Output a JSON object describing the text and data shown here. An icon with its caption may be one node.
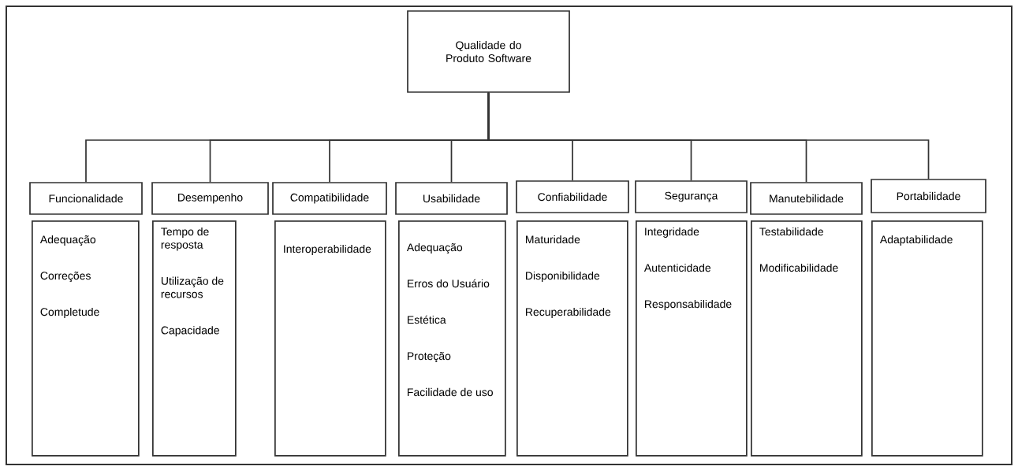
{
  "diagram": {
    "nodes": [
      {
        "text": [
          "Qualidade do Produto Software"
        ]
      },
      {
        "text": [
          "Funcionalidade"
        ]
      },
      {
        "text": [
          "Desempenho"
        ]
      },
      {
        "text": [
          "Compatibilidade"
        ]
      },
      {
        "text": [
          "Usabilidade"
        ]
      },
      {
        "text": [
          "Confiabilidade"
        ]
      },
      {
        "text": [
          "Segurança"
        ]
      },
      {
        "text": [
          "Manutebilidade"
        ]
      },
      {
        "text": [
          "Portabilidade"
        ]
      },
      {
        "text": [
          "Adequação",
          "Correções",
          "Completude"
        ]
      },
      {
        "text": [
          "Tempo de resposta",
          "Utilização de recursos",
          "Capacidade"
        ]
      },
      {
        "text": [
          "Interoperabilidade"
        ]
      },
      {
        "text": [
          "Adequação",
          "Erros do Usuário",
          "Estética",
          "Proteção",
          "Facilidade de uso"
        ]
      },
      {
        "text": [
          "Maturidade",
          "Disponibilidade",
          "Recuperabilidade"
        ]
      },
      {
        "text": [
          "Integridade",
          "Autenticidade",
          "Responsabilidade"
        ]
      },
      {
        "text": [
          "Testabilidade",
          "Modificabilidade"
        ]
      },
      {
        "text": [
          "Adaptabilidade"
        ]
      }
    ],
    "edges": [
      {
        "from": 0,
        "to": 1,
        "arrow": "none"
      },
      {
        "from": 0,
        "to": 2,
        "arrow": "none"
      },
      {
        "from": 0,
        "to": 3,
        "arrow": "none"
      },
      {
        "from": 0,
        "to": 4,
        "arrow": "none"
      },
      {
        "from": 0,
        "to": 5,
        "arrow": "none"
      },
      {
        "from": 0,
        "to": 6,
        "arrow": "none"
      },
      {
        "from": 0,
        "to": 7,
        "arrow": "none"
      },
      {
        "from": 0,
        "to": 8,
        "arrow": "none"
      }
    ]
  }
}
